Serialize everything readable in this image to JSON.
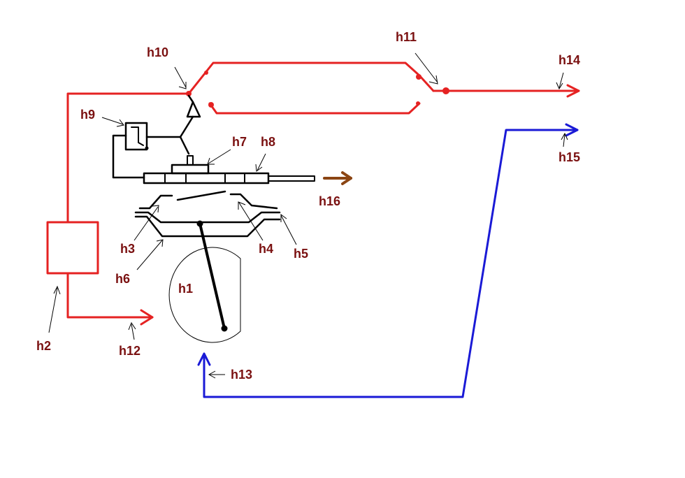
{
  "labels": {
    "h1": "h1",
    "h2": "h2",
    "h3": "h3",
    "h4": "h4",
    "h5": "h5",
    "h6": "h6",
    "h7": "h7",
    "h8": "h8",
    "h9": "h9",
    "h10": "h10",
    "h11": "h11",
    "h12": "h12",
    "h13": "h13",
    "h14": "h14",
    "h15": "h15",
    "h16": "h16"
  },
  "colors": {
    "red_pipe": "#e52222",
    "blue_pipe": "#1a1ad6",
    "black_part": "#000000",
    "brown_arrow": "#8b4513",
    "label_text": "#7a1010",
    "pointer": "#000000"
  }
}
